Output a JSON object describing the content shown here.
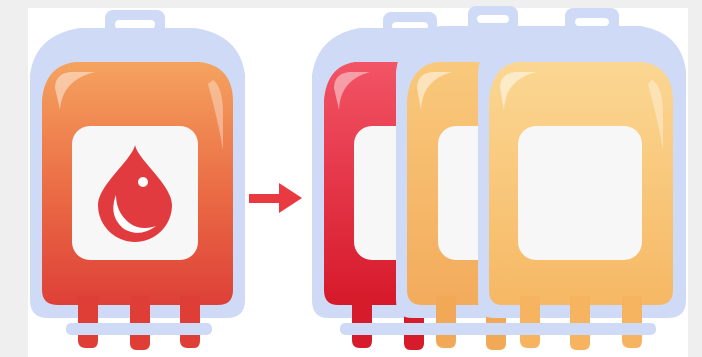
{
  "illustration": {
    "source_bag": {
      "name": "whole-blood-bag",
      "contents": "whole blood",
      "icon": "blood-drop-icon",
      "colors": {
        "top": "#f4a15e",
        "bottom": "#e0453c",
        "drop": "#e23b3f"
      }
    },
    "arrow": {
      "icon": "right-arrow-icon",
      "color": "#e83a40"
    },
    "component_bags": [
      {
        "name": "red-cells-bag",
        "colors": {
          "top": "#ef5a6a",
          "bottom": "#d81e2c"
        }
      },
      {
        "name": "component-bag-2",
        "colors": {
          "top": "#f9cc7e",
          "bottom": "#f4ae5e"
        }
      },
      {
        "name": "component-bag-3",
        "colors": {
          "top": "#fbd690",
          "bottom": "#f7b967"
        }
      }
    ],
    "bag_shell_color": "#cfdaf6"
  }
}
